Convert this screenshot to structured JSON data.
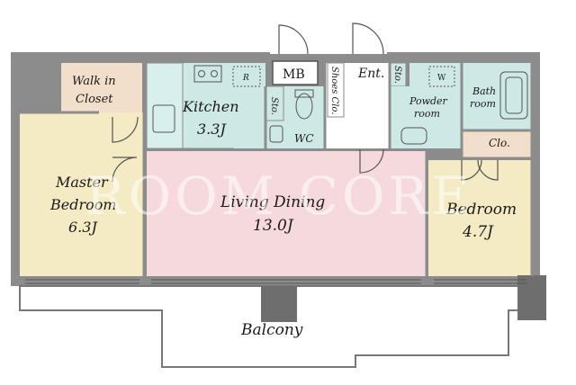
{
  "colors": {
    "wall": "#8c8c8c",
    "wall_dark": "#6e6e6e",
    "bedroom": "#f4eac3",
    "living": "#f6d9dc",
    "wet_area": "#cde8e5",
    "closet": "#f2dfcb",
    "entry": "#ffffff",
    "balcony": "#ffffff",
    "watermark": "#ffffff"
  },
  "watermark": "ROOM CORE",
  "rooms": {
    "walk_in_closet": {
      "line1": "Walk in",
      "line2": "Closet"
    },
    "master_bedroom": {
      "line1": "Master",
      "line2": "Bedroom",
      "size": "6.3J"
    },
    "kitchen": {
      "name": "Kitchen",
      "size": "3.3J"
    },
    "refrigerator": "R",
    "storage_kitchen": "Sto.",
    "wc": "WC",
    "shoes_closet": "Shoes Clo.",
    "mb": "MB",
    "entrance": "Ent.",
    "storage_entrance": "Sto.",
    "washer": "W",
    "powder_room": {
      "line1": "Powder",
      "line2": "room"
    },
    "bathroom": {
      "line1": "Bath",
      "line2": "room"
    },
    "closet": "Clo.",
    "living_dining": {
      "name": "Living Dining",
      "size": "13.0J"
    },
    "bedroom": {
      "name": "Bedroom",
      "size": "4.7J"
    },
    "balcony": "Balcony"
  }
}
